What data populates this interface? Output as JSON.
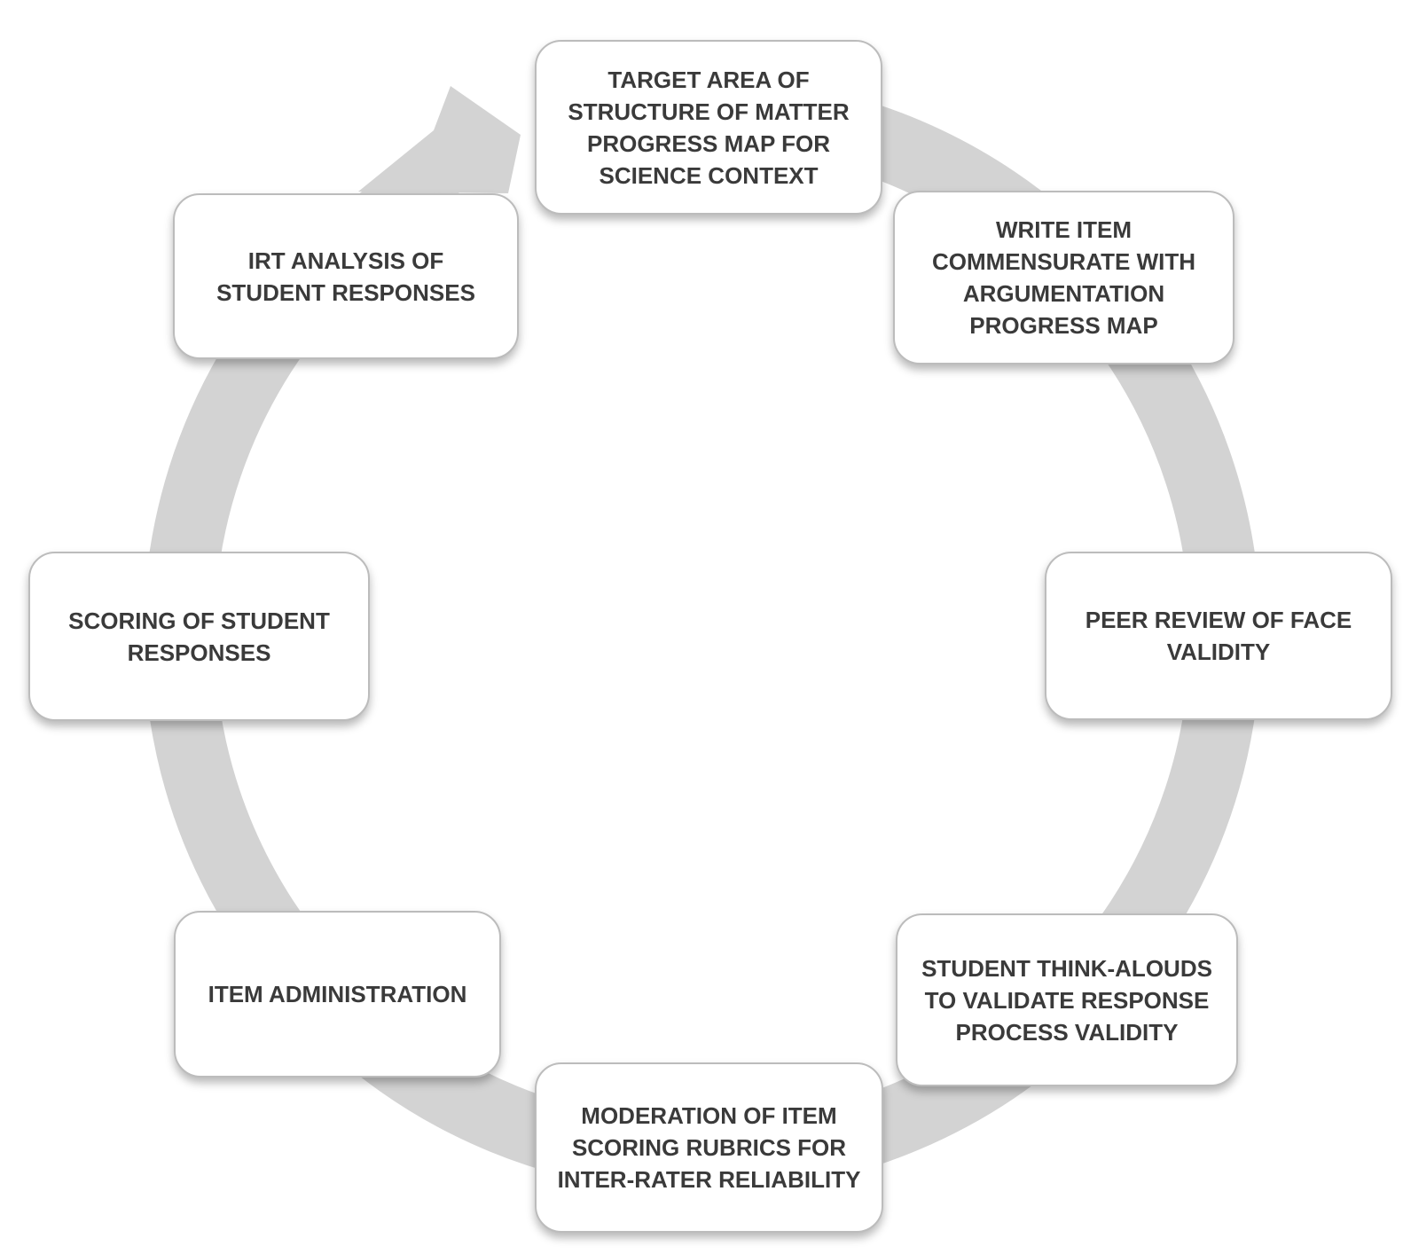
{
  "diagram": {
    "type": "cycle",
    "flow_direction": "clockwise",
    "arrowhead_position": "top-left",
    "colors": {
      "ring": "#d3d3d3",
      "box_background": "#ffffff",
      "box_border": "#bcbcbc",
      "text": "#3a3a3a"
    },
    "steps": [
      {
        "id": "target-area",
        "position": "top",
        "label": "TARGET AREA OF\nSTRUCTURE OF MATTER\nPROGRESS MAP FOR\nSCIENCE CONTEXT"
      },
      {
        "id": "write-item",
        "position": "top-right",
        "label": "WRITE ITEM\nCOMMENSURATE WITH\nARGUMENTATION\nPROGRESS MAP"
      },
      {
        "id": "peer-review",
        "position": "right",
        "label": "PEER REVIEW OF FACE\nVALIDITY"
      },
      {
        "id": "student-think-alouds",
        "position": "bottom-right",
        "label": "STUDENT THINK-ALOUDS\nTO VALIDATE RESPONSE\nPROCESS VALIDITY"
      },
      {
        "id": "moderation",
        "position": "bottom",
        "label": "MODERATION OF ITEM\nSCORING RUBRICS FOR\nINTER-RATER RELIABILITY"
      },
      {
        "id": "item-administration",
        "position": "bottom-left",
        "label": "ITEM ADMINISTRATION"
      },
      {
        "id": "scoring",
        "position": "left",
        "label": "SCORING OF STUDENT\nRESPONSES"
      },
      {
        "id": "irt-analysis",
        "position": "top-left",
        "label": "IRT ANALYSIS OF\nSTUDENT RESPONSES"
      }
    ]
  }
}
